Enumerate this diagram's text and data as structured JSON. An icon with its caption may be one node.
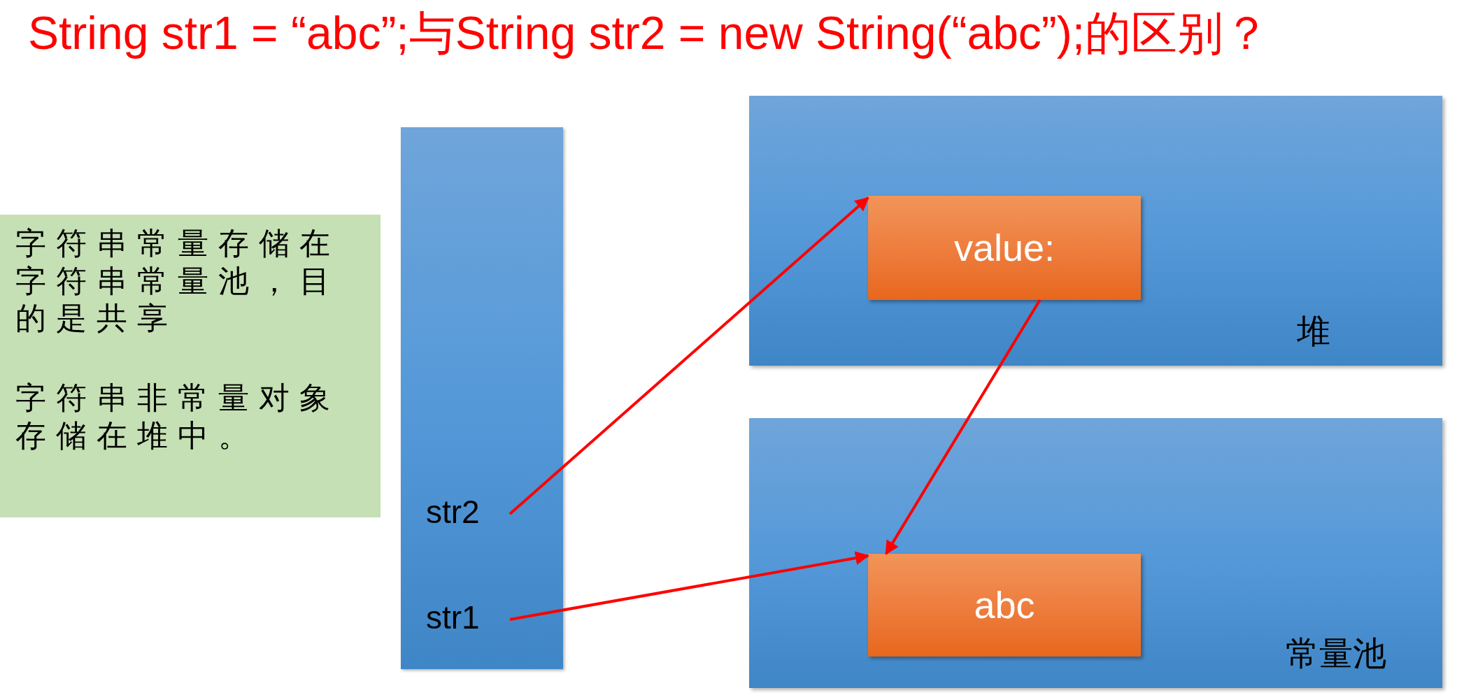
{
  "diagram": {
    "title": "String str1 = “abc”;与String str2 = new String(“abc”);的区别？",
    "nodes": [
      {
        "text": [
          "字符串常量存储在字符串常量池，目的是共享",
          "字符串非常量对象存储在堆中。"
        ]
      },
      {
        "text": [],
        "shape": "bar"
      },
      {
        "text": [
          "str2"
        ],
        "in": 1
      },
      {
        "text": [
          "str1"
        ],
        "in": 1
      },
      {
        "text": [
          "堆"
        ]
      },
      {
        "text": [
          "value:"
        ],
        "in": 4
      },
      {
        "text": [
          "常量池"
        ]
      },
      {
        "text": [
          "abc"
        ],
        "in": 6
      }
    ],
    "edges": [
      {
        "from": 2,
        "to": 5,
        "arrow": "to"
      },
      {
        "from": 3,
        "to": 7,
        "arrow": "to"
      },
      {
        "from": 5,
        "to": 7,
        "arrow": "to"
      }
    ]
  }
}
